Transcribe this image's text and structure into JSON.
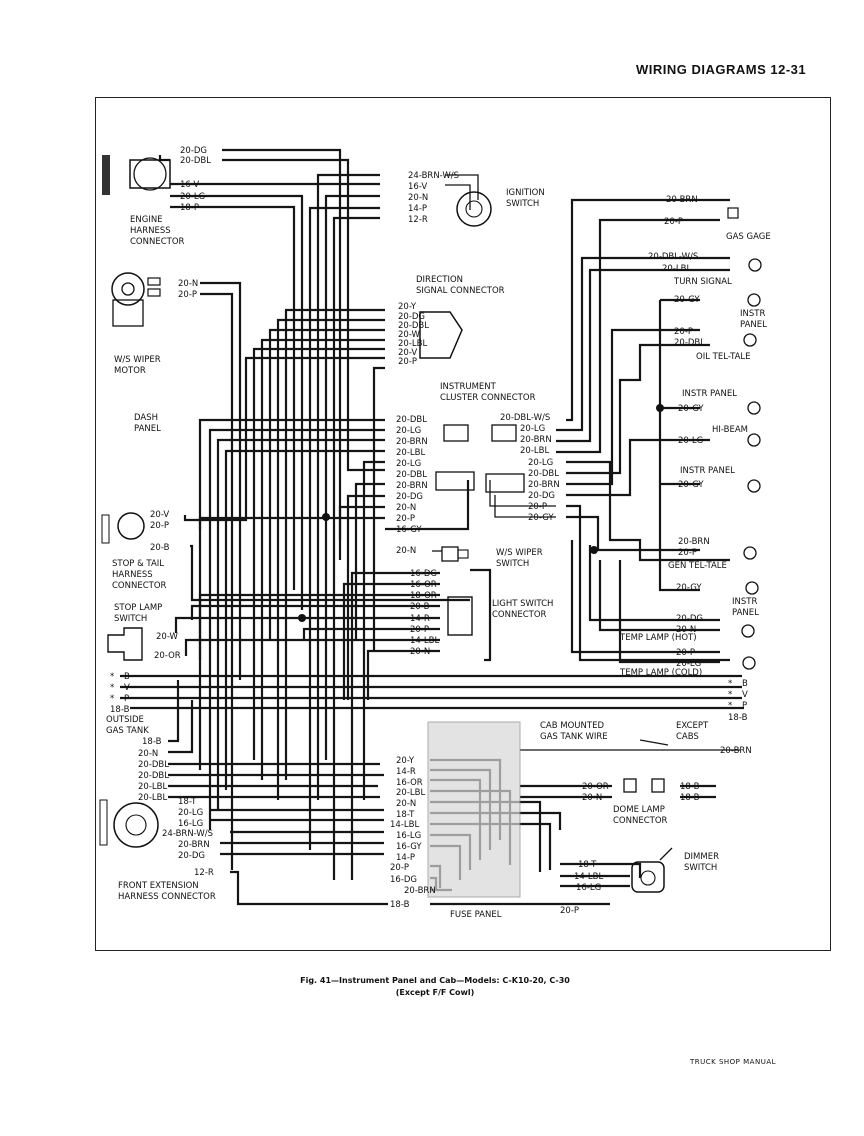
{
  "header": {
    "title": "WIRING DIAGRAMS 12-31"
  },
  "caption": {
    "line1": "Fig. 41—Instrument Panel and Cab—Models: C-K10-20, C-30",
    "line2": "(Except F/F Cowl)"
  },
  "footer": {
    "text": "TRUCK SHOP MANUAL"
  },
  "components": {
    "engine_harness": "ENGINE\nHARNESS\nCONNECTOR",
    "ws_wiper_motor": "W/S WIPER\nMOTOR",
    "dash_panel": "DASH\nPANEL",
    "stop_tail": "STOP & TAIL\nHARNESS\nCONNECTOR",
    "stop_lamp_switch": "STOP LAMP\nSWITCH",
    "outside_gas_tank": "OUTSIDE\nGAS TANK",
    "front_extension": "FRONT EXTENSION\nHARNESS CONNECTOR",
    "ignition_switch": "IGNITION\nSWITCH",
    "direction_signal": "DIRECTION\nSIGNAL CONNECTOR",
    "instrument_cluster": "INSTRUMENT\nCLUSTER CONNECTOR",
    "ws_wiper_switch": "W/S WIPER\nSWITCH",
    "light_switch": "LIGHT SWITCH\nCONNECTOR",
    "cab_gas_tank": "CAB MOUNTED\nGAS TANK WIRE",
    "except_cabs": "EXCEPT\nCABS",
    "fuse_panel": "FUSE PANEL",
    "dome_lamp": "DOME LAMP\nCONNECTOR",
    "dimmer_switch": "DIMMER\nSWITCH",
    "gas_gage": "GAS GAGE",
    "turn_signal": "TURN SIGNAL",
    "instr_panel_1": "INSTR\nPANEL",
    "oil_tel_tale": "OIL TEL-TALE",
    "instr_panel_2": "INSTR PANEL",
    "hi_beam": "HI-BEAM",
    "instr_panel_3": "INSTR PANEL",
    "gen_tel_tale": "GEN TEL-TALE",
    "instr_panel_4": "INSTR\nPANEL",
    "temp_hot": "TEMP LAMP (HOT)",
    "temp_cold": "TEMP LAMP (COLD)"
  },
  "wire_labels": {
    "eng_1": "20-DG",
    "eng_2": "20-DBL",
    "eng_3": "16-V",
    "eng_4": "20-LG",
    "eng_5": "18-P",
    "wip_1": "20-N",
    "wip_2": "20-P",
    "ign_1": "24-BRN-W/S",
    "ign_2": "16-V",
    "ign_3": "20-N",
    "ign_4": "14-P",
    "ign_5": "12-R",
    "dir_1": "20-Y",
    "dir_2": "20-DG",
    "dir_3": "20-DBL",
    "dir_4": "20-W",
    "dir_5": "20-LBL",
    "dir_6": "20-V",
    "dir_7": "20-P",
    "icl_1": "20-DBL",
    "icl_2": "20-LG",
    "icl_3": "20-BRN",
    "icl_4": "20-LBL",
    "icl_5": "20-LG",
    "icl_6": "20-DBL",
    "icl_7": "20-BRN",
    "icl_8": "20-DG",
    "icl_9": "20-N",
    "icl_10": "20-P",
    "icl_11": "16-GY",
    "icr_1": "20-DBL-W/S",
    "icr_2": "20-LG",
    "icr_3": "20-BRN",
    "icr_4": "20-LBL",
    "icr_5": "20-LG",
    "icr_6": "20-DBL",
    "icr_7": "20-BRN",
    "icr_8": "20-DG",
    "icr_9": "20-P",
    "icr_10": "20-GY",
    "st_1": "20-V",
    "st_2": "20-P",
    "st_3": "20-B",
    "wsw_1": "20-N",
    "ls_1": "16-DG",
    "ls_2": "16-OR",
    "ls_3": "18-OR",
    "ls_4": "20-B",
    "ls_5": "14-R",
    "ls_6": "20-P",
    "ls_7": "14-LBL",
    "ls_8": "20-N",
    "slp_1": "20-W",
    "slp_2": "20-OR",
    "bus_1": "B",
    "bus_2": "V",
    "bus_3": "P",
    "bus_4": "18-B",
    "bus_star": "*",
    "fe_1": "18-B",
    "fe_2": "20-N",
    "fe_3": "20-DBL",
    "fe_4": "20-DBL",
    "fe_5": "20-LBL",
    "fe_6": "20-LBL",
    "fe_7": "18-T",
    "fe_8": "20-LG",
    "fe_9": "16-LG",
    "fe_10": "24-BRN-W/S",
    "fe_11": "20-BRN",
    "fe_12": "20-DG",
    "fe_13": "12-R",
    "fp_1": "20-Y",
    "fp_2": "14-R",
    "fp_3": "16-OR",
    "fp_4": "20-LBL",
    "fp_5": "20-N",
    "fp_6": "18-T",
    "fp_7": "14-LBL",
    "fp_8": "16-LG",
    "fp_9": "16-GY",
    "fp_10": "14-P",
    "fp_11": "20-P",
    "fp_12": "16-DG",
    "fp_13": "20-BRN",
    "fp_14": "18-B",
    "fp_out": "20-P",
    "dm_1": "20-OR",
    "dm_2": "20-N",
    "dm_3": "18-B",
    "dm_4": "18-B",
    "dim_1": "18-T",
    "dim_2": "14-LBL",
    "dim_3": "16-LG",
    "ex_1": "20-BRN",
    "g_1": "20-BRN",
    "g_2": "20-P",
    "t_1": "20-DBL-W/S",
    "t_2": "20-LBL",
    "p1_1": "20-GY",
    "o_1": "20-P",
    "o_2": "20-DBL",
    "p2_1": "20-GY",
    "hb_1": "20-LG",
    "p3_1": "20-GY",
    "gn_1": "20-BRN",
    "gn_2": "20-P",
    "p4_1": "20-GY",
    "th_1": "20-DG",
    "th_2": "20-N",
    "tc_1": "20-P",
    "tc_2": "20-LG"
  }
}
